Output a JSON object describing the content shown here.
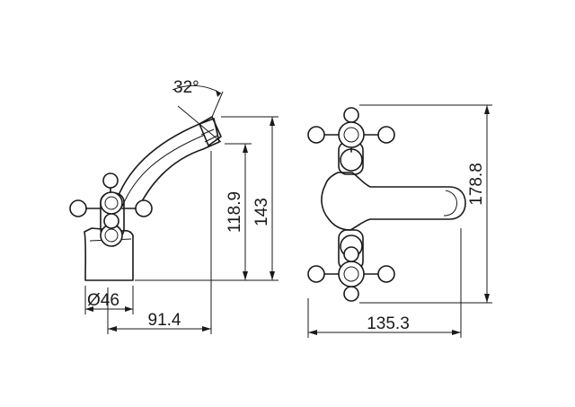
{
  "dimensions": {
    "spout_angle": "32°",
    "spout_outlet_height": "118.9",
    "overall_height": "143",
    "base_diameter": "Ø46",
    "spout_reach": "91.4",
    "wall_height": "178.8",
    "wall_width": "135.3"
  }
}
